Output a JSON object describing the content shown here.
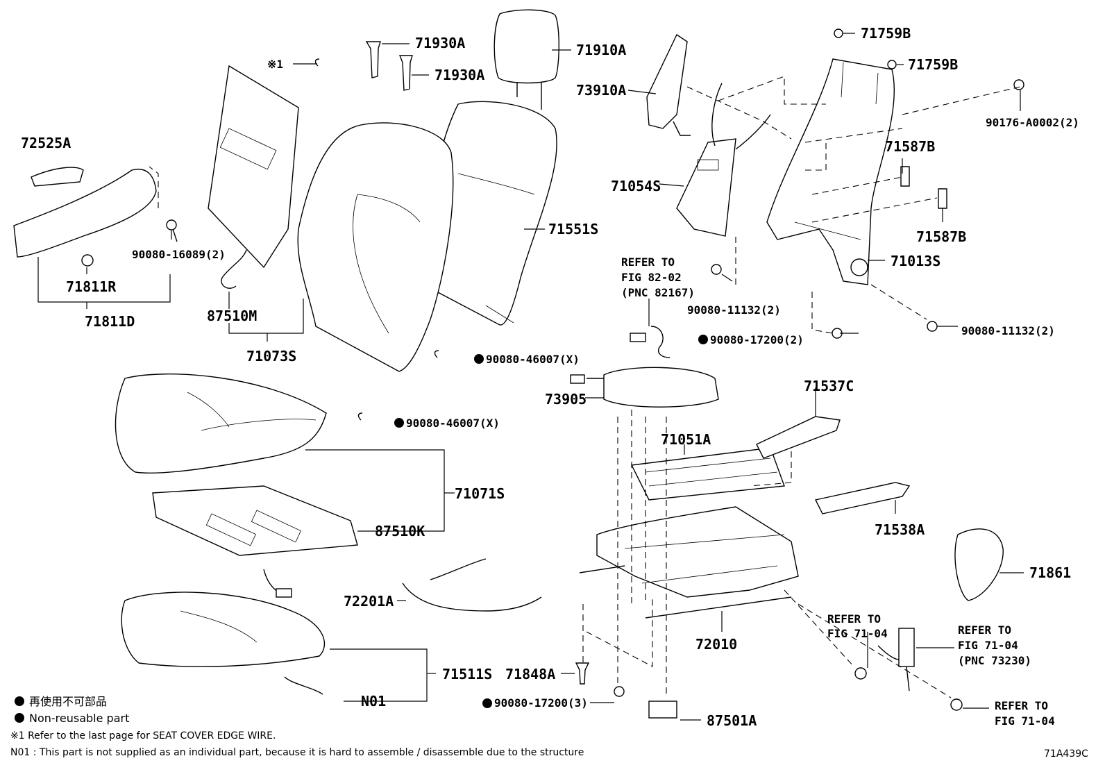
{
  "labels": {
    "p71930A_1": "71930A",
    "p71930A_2": "71930A",
    "p71910A": "71910A",
    "p71759B_1": "71759B",
    "p71759B_2": "71759B",
    "p90176": "90176-A0002(2)",
    "p73910A": "73910A",
    "p71054S": "71054S",
    "p71587B_1": "71587B",
    "p71587B_2": "71587B",
    "p71013S": "71013S",
    "p71551S": "71551S",
    "p72525A": "72525A",
    "p90080_16089": "90080-16089(2)",
    "p71811R": "71811R",
    "p71811D": "71811D",
    "p87510M": "87510M",
    "p71073S": "71073S",
    "p90080_46007_a": "90080-46007(X)",
    "p90080_46007_b": "90080-46007(X)",
    "p90080_11132_a": "90080-11132(2)",
    "p90080_17200_2": "90080-17200(2)",
    "p90080_11132_b": "90080-11132(2)",
    "p73905": "73905",
    "p71537C": "71537C",
    "p71051A": "71051A",
    "p71071S": "71071S",
    "p87510K": "87510K",
    "p71538A": "71538A",
    "p71861": "71861",
    "p72201A": "72201A",
    "p72010": "72010",
    "p71848A": "71848A",
    "p90080_17200_3": "90080-17200(3)",
    "p87501A": "87501A",
    "p71511S": "71511S",
    "pN01": "N01",
    "mark_ref": "※1"
  },
  "refs": {
    "fig82": [
      "REFER TO",
      "FIG 82-02",
      "(PNC 82167)"
    ],
    "fig71a": [
      "REFER TO",
      "FIG 71-04"
    ],
    "fig71b": [
      "REFER TO",
      "FIG 71-04",
      "(PNC 73230)"
    ],
    "fig71c": [
      "REFER TO",
      "FIG 71-04"
    ]
  },
  "legend": {
    "jp": "再使用不可部品",
    "en": "Non-reusable part",
    "note1": "※1  Refer to the last page for SEAT COVER EDGE WIRE.",
    "note2": "N01 : This part is not supplied as an individual part, because it is hard to assemble / disassemble due to the structure"
  },
  "figure_code": "71A439C"
}
